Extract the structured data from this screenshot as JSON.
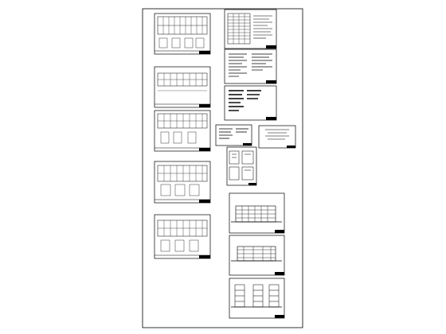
{
  "drawing_set": {
    "colors": {
      "ink": "#000000",
      "paper": "#ffffff"
    },
    "sheets": [
      {
        "kind": "floor-plan"
      },
      {
        "kind": "floor-plan"
      },
      {
        "kind": "floor-plan"
      },
      {
        "kind": "floor-plan"
      },
      {
        "kind": "floor-plan"
      },
      {
        "kind": "schedule-table"
      },
      {
        "kind": "text-notes"
      },
      {
        "kind": "text-notes-dark"
      },
      {
        "kind": "legend-small"
      },
      {
        "kind": "cover-note"
      },
      {
        "kind": "detail-sheet"
      },
      {
        "kind": "elevation"
      },
      {
        "kind": "elevation"
      },
      {
        "kind": "section"
      }
    ]
  }
}
